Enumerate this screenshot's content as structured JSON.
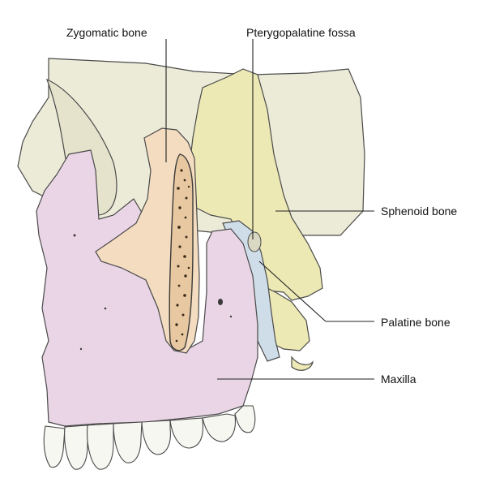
{
  "labels": {
    "zygomatic": "Zygomatic bone",
    "pterygopalatine": "Pterygopalatine fossa",
    "sphenoid": "Sphenoid bone",
    "palatine": "Palatine bone",
    "maxilla": "Maxilla"
  },
  "colors": {
    "skull": "#ecebd8",
    "zygomatic": "#f3dcc0",
    "sphenoid": "#ede9b4",
    "palatine": "#cfdde8",
    "maxilla": "#e9d5e5",
    "teeth": "#f7f7f2",
    "outline": "#4a4a4a",
    "leader": "#222222"
  }
}
